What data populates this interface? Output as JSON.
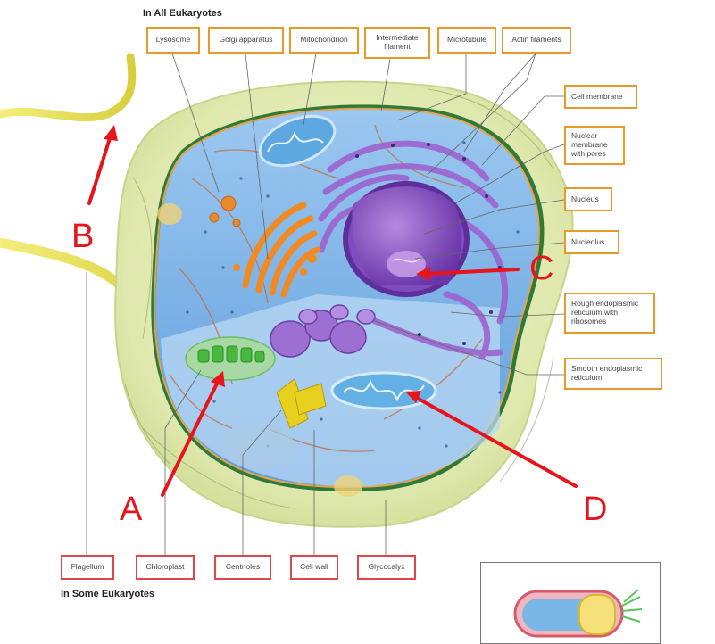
{
  "headings": {
    "all": "In All Eukaryotes",
    "some": "In Some Eukaryotes"
  },
  "top_labels": [
    "Lysosome",
    "Golgi apparatus",
    "Mitochondrion",
    "Intermediate filament",
    "Microtubule",
    "Actin filaments"
  ],
  "side_labels": [
    "Cell membrane",
    "Nuclear membrane with pores",
    "Nucleus",
    "Nucleolus",
    "Rough endoplasmic reticulum with ribosomes",
    "Smooth endoplasmic reticulum"
  ],
  "bottom_labels": [
    "Flagellum",
    "Chloroplast",
    "Centrioles",
    "Cell wall",
    "Glycocalyx"
  ],
  "markers": {
    "a": "A",
    "b": "B",
    "c": "C",
    "d": "D"
  },
  "colors": {
    "label_border_top": "#e59a2a",
    "label_border_bottom": "#e0464a",
    "marker_red": "#e8141c",
    "cytoplasm": "#7fb6e8",
    "nucleus": "#8a4fc4",
    "glycocalyx": "#dbe6a8"
  }
}
